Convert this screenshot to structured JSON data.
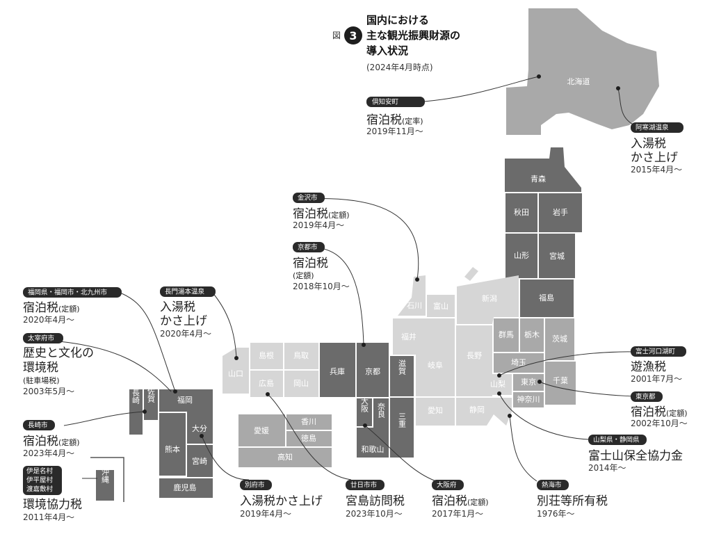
{
  "title": {
    "fig_prefix": "図",
    "fig_number": "3",
    "lines": [
      "国内における",
      "主な観光振興財源の",
      "導入状況"
    ],
    "note": "(2024年4月時点)"
  },
  "colors": {
    "dark": "#6b6b6b",
    "medium": "#a9a9a9",
    "light": "#d6d6d6",
    "badge": "#2a2a2a"
  },
  "prefectures": {
    "hokkaido": "北海道",
    "aomori": "青森",
    "akita": "秋田",
    "iwate": "岩手",
    "yamagata": "山形",
    "miyagi": "宮城",
    "fukushima": "福島",
    "niigata": "新潟",
    "ishikawa": "石川",
    "toyama": "富山",
    "fukui": "福井",
    "gunma": "群馬",
    "tochigi": "栃木",
    "ibaraki": "茨城",
    "nagano": "長野",
    "gifu": "岐阜",
    "saitama": "埼玉",
    "chiba": "千葉",
    "tokyo": "東京",
    "kanagawa": "神奈川",
    "yamanashi": "山梨",
    "shizuoka": "静岡",
    "aichi": "愛知",
    "mie": "三重",
    "shiga": "滋賀",
    "kyoto": "京都",
    "osaka": "大阪",
    "nara": "奈良",
    "wakayama": "和歌山",
    "hyogo": "兵庫",
    "tottori": "鳥取",
    "shimane": "島根",
    "okayama": "岡山",
    "hiroshima": "広島",
    "yamaguchi": "山口",
    "kagawa": "香川",
    "ehime": "愛媛",
    "tokushima": "徳島",
    "kochi": "高知",
    "fukuoka": "福岡",
    "saga": "佐賀",
    "nagasaki": "長崎",
    "kumamoto": "熊本",
    "oita": "大分",
    "miyazaki": "宮崎",
    "kagoshima": "鹿児島",
    "okinawa": "沖縄"
  },
  "callouts": {
    "kutchan": {
      "badge": "倶知安町",
      "tax": "宿泊税",
      "tax_note": "(定率)",
      "date": "2019年11月〜"
    },
    "akanko": {
      "badge": "阿寒湖温泉",
      "tax_line1": "入湯税",
      "tax_line2": "かさ上げ",
      "date": "2015年4月〜"
    },
    "kanazawa": {
      "badge": "金沢市",
      "tax": "宿泊税",
      "tax_note": "(定額)",
      "date": "2019年4月〜"
    },
    "kyoto_city": {
      "badge": "京都市",
      "tax": "宿泊税",
      "tax_note": "(定額)",
      "date": "2018年10月〜"
    },
    "nagato": {
      "badge": "長門湯本温泉",
      "tax_line1": "入湯税",
      "tax_line2": "かさ上げ",
      "date": "2020年4月〜"
    },
    "fukuoka": {
      "badge": "福岡県・福岡市・北九州市",
      "tax": "宿泊税",
      "tax_note": "(定額)",
      "date": "2020年4月〜"
    },
    "dazaifu": {
      "badge": "太宰府市",
      "tax_line1": "歴史と文化の",
      "tax_line2": "環境税",
      "tax_note": "(駐車場税)",
      "date": "2003年5月〜"
    },
    "nagasaki": {
      "badge": "長崎市",
      "tax": "宿泊税",
      "tax_note": "(定額)",
      "date": "2023年4月〜"
    },
    "izena": {
      "badge_lines": [
        "伊是名村",
        "伊平屋村",
        "渡嘉敷村"
      ],
      "tax": "環境協力税",
      "date": "2011年4月〜"
    },
    "beppu": {
      "badge": "別府市",
      "tax": "入湯税かさ上げ",
      "date": "2019年4月〜"
    },
    "hatsukaichi": {
      "badge": "廿日市市",
      "tax": "宮島訪問税",
      "date": "2023年10月〜"
    },
    "osaka": {
      "badge": "大阪府",
      "tax": "宿泊税",
      "tax_note": "(定額)",
      "date": "2017年1月〜"
    },
    "atami": {
      "badge": "熱海市",
      "tax": "別荘等所有税",
      "date": "1976年〜"
    },
    "fujikawaguchiko": {
      "badge": "富士河口湖町",
      "tax": "遊漁税",
      "date": "2001年7月〜"
    },
    "tokyo": {
      "badge": "東京都",
      "tax": "宿泊税",
      "tax_note": "(定額)",
      "date": "2002年10月〜"
    },
    "yamanashi_shizuoka": {
      "badge": "山梨県・静岡県",
      "tax": "富士山保全協力金",
      "date": "2014年〜"
    }
  }
}
